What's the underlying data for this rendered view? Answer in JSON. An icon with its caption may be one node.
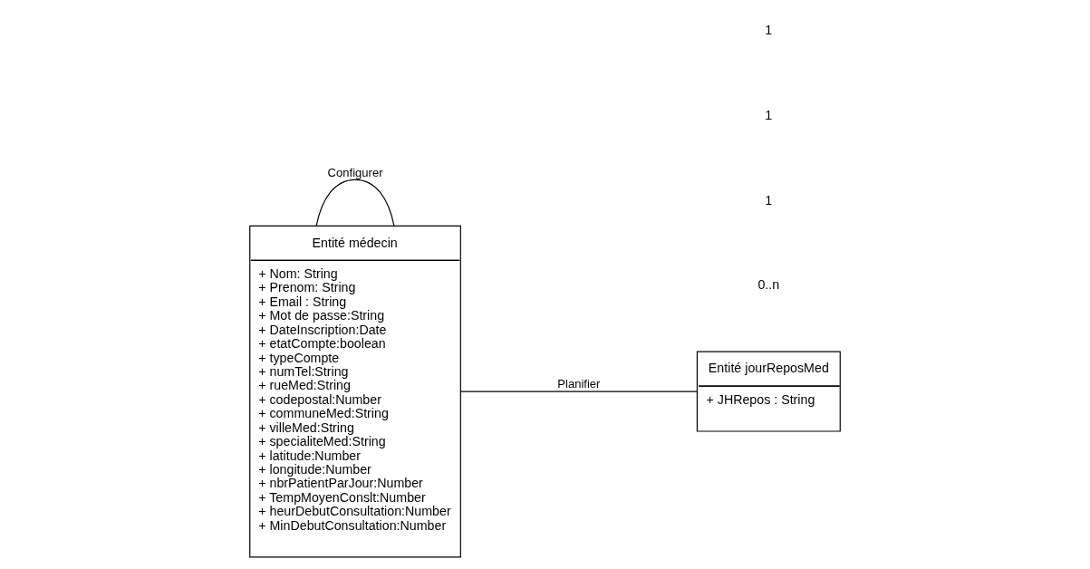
{
  "diagram": {
    "nodes": [
      {
        "text": [
          "Entité médecin",
          "+ Nom: String",
          "+ Prenom: String",
          "+ Email : String",
          "+ Mot de passe:String",
          "+ DateInscription:Date",
          "+ etatCompte:boolean",
          "+ typeCompte",
          "+ numTel:String",
          "+ rueMed:String",
          "+ codepostal:Number",
          "+ communeMed:String",
          "+ villeMed:String",
          "+ specialiteMed:String",
          "+ latitude:Number",
          "+ longitude:Number",
          "+ nbrPatientParJour:Number",
          "+ TempMoyenConslt:Number",
          "+ heurDebutConsultation:Number",
          "+ MinDebutConsultation:Number"
        ]
      },
      {
        "text": [
          "Entité jourReposMed",
          "+ JHRepos : String"
        ]
      }
    ],
    "edges": [
      {
        "from": 0,
        "to": 1,
        "arrow": "none",
        "label": "Planifier"
      },
      {
        "from": 0,
        "to": 0,
        "arrow": "none",
        "label": "Configurer"
      }
    ],
    "labels": [
      "0..n",
      "1",
      "1",
      "1"
    ]
  }
}
